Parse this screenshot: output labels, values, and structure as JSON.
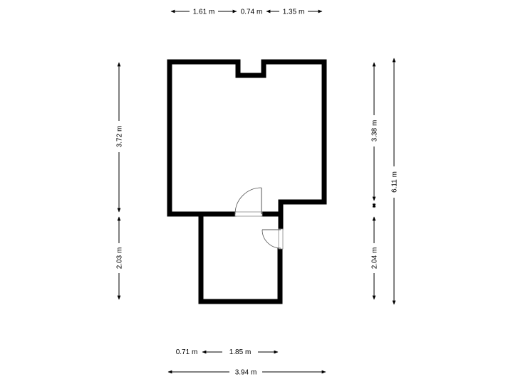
{
  "dimensions": {
    "top": [
      "1.61 m",
      "0.74 m",
      "1.35 m"
    ],
    "left_upper": "3.72 m",
    "left_lower": "2.03 m",
    "right_upper": "3.38 m",
    "right_lower": "2.04 m",
    "right_total": "6.11 m",
    "bottom_row1": [
      "0.71 m",
      "1.85 m"
    ],
    "bottom_total": "3.94 m"
  },
  "colors": {
    "wall": "#000000",
    "door": "#555555"
  }
}
